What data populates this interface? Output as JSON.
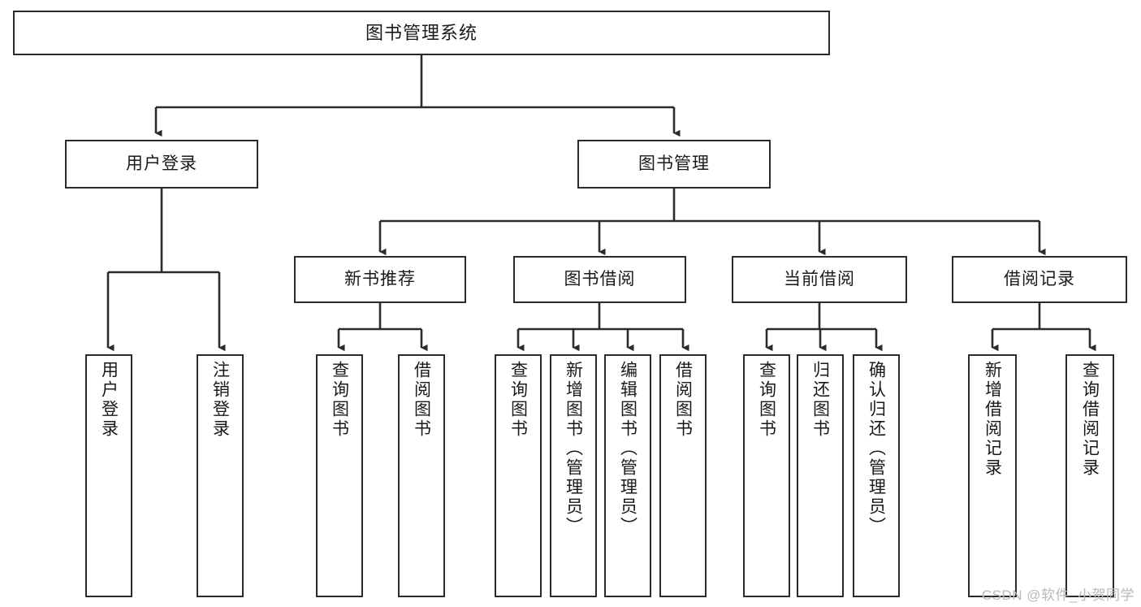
{
  "diagram": {
    "type": "tree-hierarchy",
    "title": "图书管理系统",
    "colors": {
      "box_border": "#2b2b2b",
      "box_fill": "#ffffff",
      "connector": "#2b2b2b",
      "background": "#ffffff",
      "watermark": "#b9b9b9"
    },
    "root": {
      "label": "图书管理系统"
    },
    "level1": [
      {
        "id": "user-login",
        "label": "用户登录"
      },
      {
        "id": "book-management",
        "label": "图书管理"
      }
    ],
    "level2": [
      {
        "id": "new-book-recommend",
        "label": "新书推荐",
        "parent": "book-management"
      },
      {
        "id": "book-borrow",
        "label": "图书借阅",
        "parent": "book-management"
      },
      {
        "id": "current-borrow",
        "label": "当前借阅",
        "parent": "book-management"
      },
      {
        "id": "borrow-record",
        "label": "借阅记录",
        "parent": "book-management"
      }
    ],
    "leaves": {
      "user_login": [
        {
          "id": "leaf-user-login",
          "label": "用户登录"
        },
        {
          "id": "leaf-logout",
          "label": "注销登录"
        }
      ],
      "new_book_recommend": [
        {
          "id": "leaf-query-book-1",
          "label": "查询图书"
        },
        {
          "id": "leaf-borrow-book-1",
          "label": "借阅图书"
        }
      ],
      "book_borrow": [
        {
          "id": "leaf-query-book-2",
          "label": "查询图书"
        },
        {
          "id": "leaf-add-book",
          "label": "新增图书（管理员）"
        },
        {
          "id": "leaf-edit-book",
          "label": "编辑图书（管理员）"
        },
        {
          "id": "leaf-borrow-book-2",
          "label": "借阅图书"
        }
      ],
      "current_borrow": [
        {
          "id": "leaf-query-book-3",
          "label": "查询图书"
        },
        {
          "id": "leaf-return-book",
          "label": "归还图书"
        },
        {
          "id": "leaf-confirm-return",
          "label": "确认归还（管理员）"
        }
      ],
      "borrow_record": [
        {
          "id": "leaf-add-record",
          "label": "新增借阅记录"
        },
        {
          "id": "leaf-query-record",
          "label": "查询借阅记录"
        }
      ]
    },
    "watermark": "CSDN @软件_小贺同学"
  }
}
